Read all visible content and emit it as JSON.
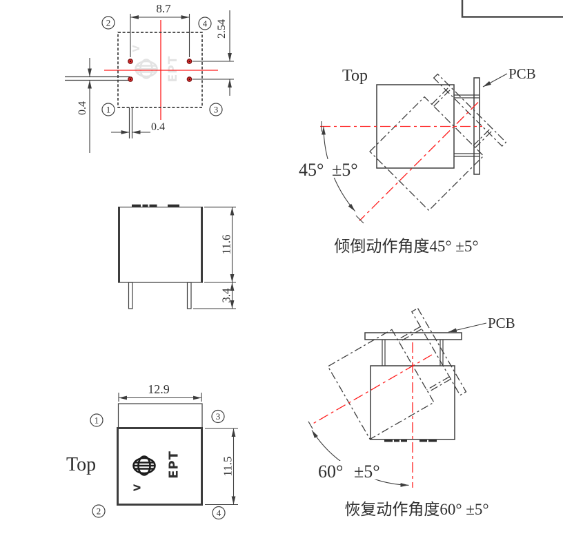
{
  "colors": {
    "line": "#3d3d3d",
    "red_centerline": "#ff1e1e",
    "pad_fill": "#e03030",
    "pad_ring": "#7c1212",
    "watermark": "#e3e3e3"
  },
  "footprint_view": {
    "dim_pad_span": "8.7",
    "dim_pad_pitch": "2.54",
    "dim_wire_width": "0.4",
    "dim_pin_width": "0.4",
    "pin_top_left": "2",
    "pin_top_right": "4",
    "pin_bottom_left": "1",
    "pin_bottom_right": "3",
    "watermark_text": "EPT",
    "watermark_mark": "V"
  },
  "side_view": {
    "dim_body_height": "11.6",
    "dim_pin_length": "3.4"
  },
  "top_view": {
    "view_label": "Top",
    "dim_width": "12.9",
    "dim_depth": "11.5",
    "pin_top_left": "1",
    "pin_top_right": "3",
    "pin_bottom_left": "2",
    "pin_bottom_right": "4",
    "logo_text": "EPT",
    "logo_mark": "V"
  },
  "tilt_view": {
    "view_label": "Top",
    "pcb_label": "PCB",
    "angle": "45°",
    "tolerance": "±5°",
    "caption": "倾倒动作角度45° ±5°"
  },
  "recovery_view": {
    "pcb_label": "PCB",
    "angle": "60°",
    "tolerance": "±5°",
    "caption": "恢复动作角度60° ±5°"
  }
}
